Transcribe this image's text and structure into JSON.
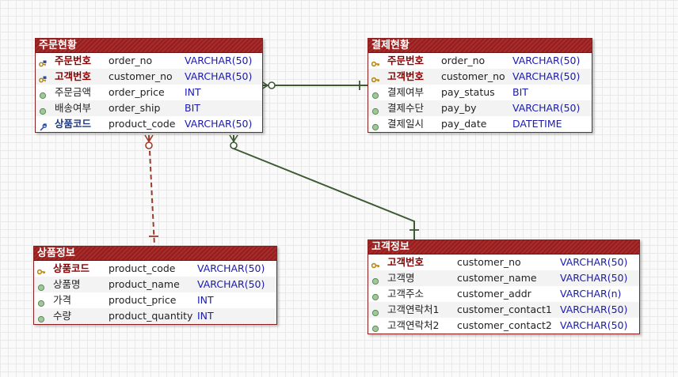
{
  "colors": {
    "entity_border": "#8a1f1f",
    "title_bg": "#9a1c1c",
    "pk_text": "#8b0000",
    "fk_text": "#1f3b7a",
    "datatype_text": "#1a1ab0",
    "identifying_link": "#9b3b2a",
    "non_identifying_link": "#3d5a32"
  },
  "entities": [
    {
      "id": "order",
      "title": "주문현황",
      "columns": [
        {
          "logical": "주문번호",
          "physical": "order_no",
          "type": "VARCHAR(50)",
          "key": "pfk",
          "icon": "primary-foreign-key-icon"
        },
        {
          "logical": "고객번호",
          "physical": "customer_no",
          "type": "VARCHAR(50)",
          "key": "pfk",
          "icon": "primary-foreign-key-icon"
        },
        {
          "logical": "주문금액",
          "physical": "order_price",
          "type": "INT",
          "key": "none",
          "icon": "attribute-dot-icon"
        },
        {
          "logical": "배송여부",
          "physical": "order_ship",
          "type": "BIT",
          "key": "none",
          "icon": "attribute-dot-icon"
        },
        {
          "logical": "상품코드",
          "physical": "product_code",
          "type": "VARCHAR(50)",
          "key": "fk",
          "icon": "foreign-key-icon"
        }
      ]
    },
    {
      "id": "payment",
      "title": "결제현황",
      "columns": [
        {
          "logical": "주문번호",
          "physical": "order_no",
          "type": "VARCHAR(50)",
          "key": "pk",
          "icon": "primary-key-icon"
        },
        {
          "logical": "고객번호",
          "physical": "customer_no",
          "type": "VARCHAR(50)",
          "key": "pk",
          "icon": "primary-key-icon"
        },
        {
          "logical": "결제여부",
          "physical": "pay_status",
          "type": "BIT",
          "key": "none",
          "icon": "attribute-dot-icon"
        },
        {
          "logical": "결제수단",
          "physical": "pay_by",
          "type": "VARCHAR(50)",
          "key": "none",
          "icon": "attribute-dot-icon"
        },
        {
          "logical": "결제일시",
          "physical": "pay_date",
          "type": "DATETIME",
          "key": "none",
          "icon": "attribute-dot-icon"
        }
      ]
    },
    {
      "id": "product",
      "title": "상품정보",
      "columns": [
        {
          "logical": "상품코드",
          "physical": "product_code",
          "type": "VARCHAR(50)",
          "key": "pk",
          "icon": "primary-key-icon"
        },
        {
          "logical": "상품명",
          "physical": "product_name",
          "type": "VARCHAR(50)",
          "key": "none",
          "icon": "attribute-dot-icon"
        },
        {
          "logical": "가격",
          "physical": "product_price",
          "type": "INT",
          "key": "none",
          "icon": "attribute-dot-icon"
        },
        {
          "logical": "수량",
          "physical": "product_quantity",
          "type": "INT",
          "key": "none",
          "icon": "attribute-dot-icon"
        }
      ]
    },
    {
      "id": "customer",
      "title": "고객정보",
      "columns": [
        {
          "logical": "고객번호",
          "physical": "customer_no",
          "type": "VARCHAR(50)",
          "key": "pk",
          "icon": "primary-key-icon"
        },
        {
          "logical": "고객명",
          "physical": "customer_name",
          "type": "VARCHAR(50)",
          "key": "none",
          "icon": "attribute-dot-icon"
        },
        {
          "logical": "고객주소",
          "physical": "customer_addr",
          "type": "VARCHAR(n)",
          "key": "none",
          "icon": "attribute-dot-icon"
        },
        {
          "logical": "고객연락처1",
          "physical": "customer_contact1",
          "type": "VARCHAR(50)",
          "key": "none",
          "icon": "attribute-dot-icon"
        },
        {
          "logical": "고객연락처2",
          "physical": "customer_contact2",
          "type": "VARCHAR(50)",
          "key": "none",
          "icon": "attribute-dot-icon"
        }
      ]
    }
  ],
  "relationships": [
    {
      "id": "order-payment",
      "from": "order",
      "to": "payment",
      "style": "solid",
      "from_end": "zero-or-many",
      "to_end": "one"
    },
    {
      "id": "order-product",
      "from": "order",
      "to": "product",
      "style": "dashed",
      "from_end": "zero-or-many",
      "to_end": "one"
    },
    {
      "id": "order-customer",
      "from": "order",
      "to": "customer",
      "style": "solid",
      "from_end": "zero-or-many",
      "to_end": "one"
    }
  ]
}
